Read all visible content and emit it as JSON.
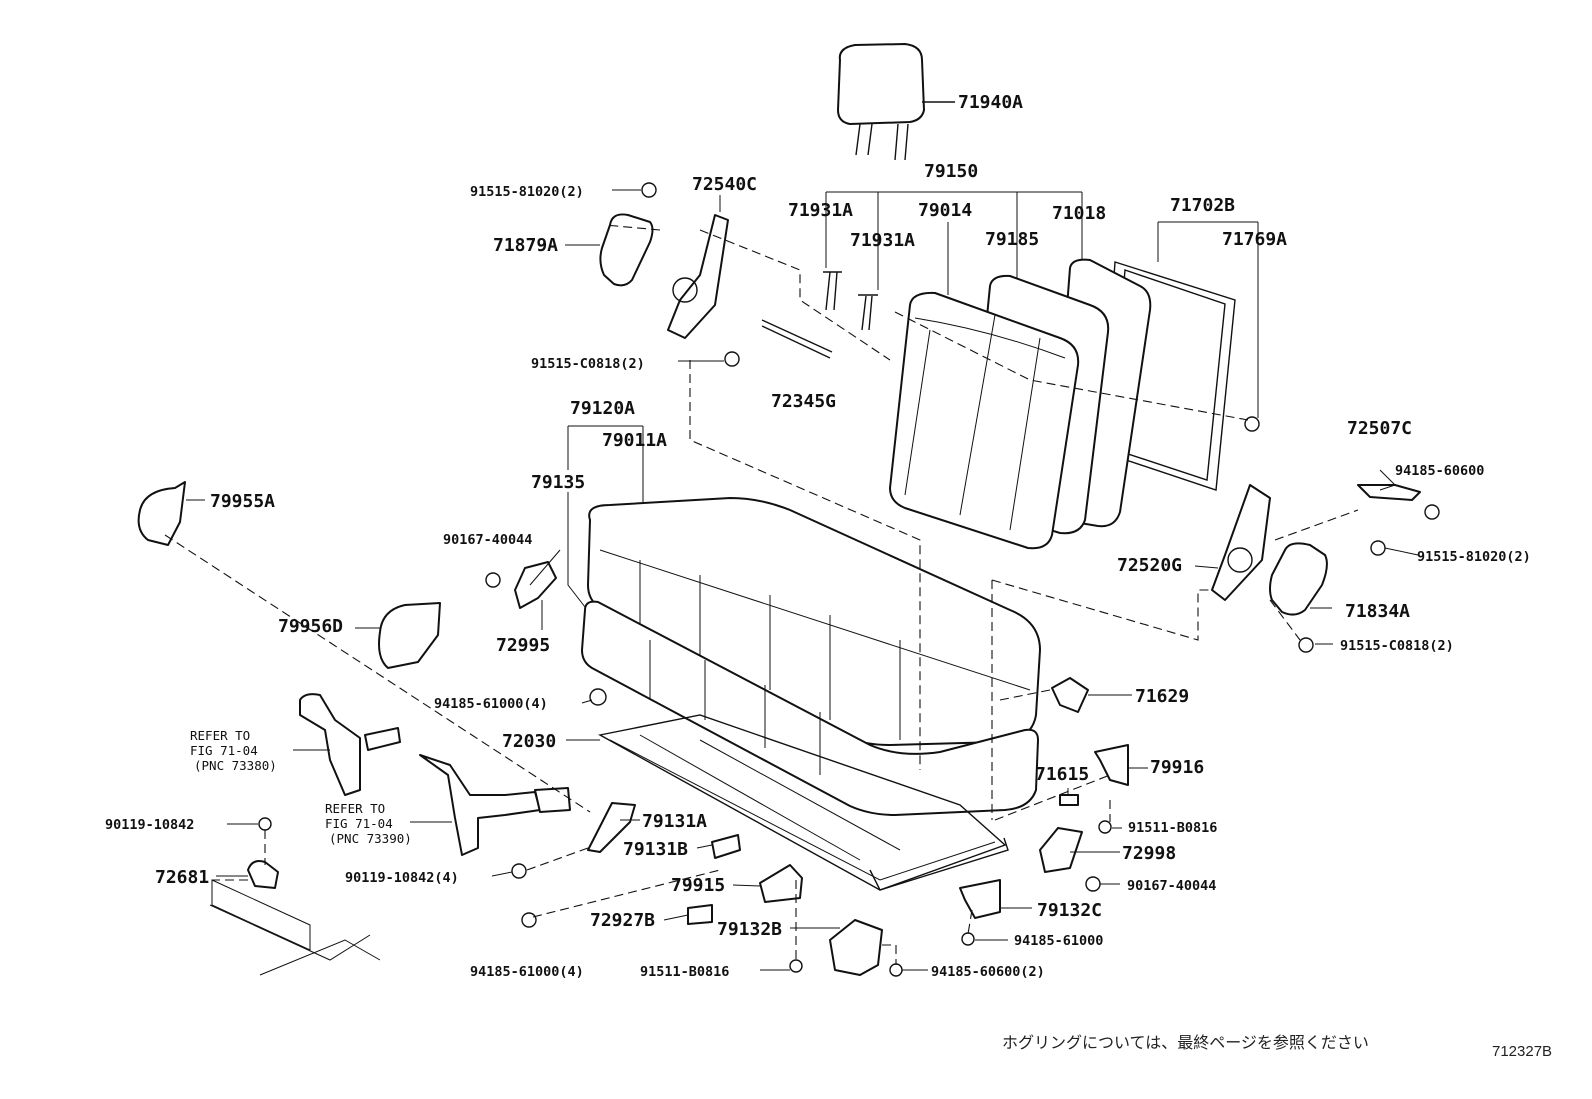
{
  "parts": [
    {
      "id": "71940A"
    },
    {
      "id": "79150"
    },
    {
      "id": "72540C"
    },
    {
      "id": "91515-81020(2)"
    },
    {
      "id": "71879A"
    },
    {
      "id": "71931A"
    },
    {
      "id": "79014"
    },
    {
      "id": "71018"
    },
    {
      "id": "71702B"
    },
    {
      "id": "71769A"
    },
    {
      "id": "71931A"
    },
    {
      "id": "79185"
    },
    {
      "id": "91515-C0818(2)"
    },
    {
      "id": "72345G"
    },
    {
      "id": "79120A"
    },
    {
      "id": "79011A"
    },
    {
      "id": "72507C"
    },
    {
      "id": "94185-60600"
    },
    {
      "id": "79135"
    },
    {
      "id": "79955A"
    },
    {
      "id": "90167-40044"
    },
    {
      "id": "72520G"
    },
    {
      "id": "91515-81020(2)"
    },
    {
      "id": "71834A"
    },
    {
      "id": "79956D"
    },
    {
      "id": "72995"
    },
    {
      "id": "91515-C0818(2)"
    },
    {
      "id": "94185-61000(4)"
    },
    {
      "id": "71629"
    },
    {
      "id": "72030"
    },
    {
      "id": "71615"
    },
    {
      "id": "79916"
    },
    {
      "id": "79131A"
    },
    {
      "id": "90119-10842"
    },
    {
      "id": "91511-B0816"
    },
    {
      "id": "79131B"
    },
    {
      "id": "72998"
    },
    {
      "id": "72681"
    },
    {
      "id": "90119-10842(4)"
    },
    {
      "id": "79915"
    },
    {
      "id": "90167-40044"
    },
    {
      "id": "79132C"
    },
    {
      "id": "72927B"
    },
    {
      "id": "79132B"
    },
    {
      "id": "94185-61000"
    },
    {
      "id": "94185-61000(4)"
    },
    {
      "id": "91511-B0816"
    },
    {
      "id": "94185-60600(2)"
    }
  ],
  "notes": [
    {
      "lines": [
        "REFER TO",
        "FIG 71-04",
        "(PNC 73380)"
      ]
    },
    {
      "lines": [
        "REFER TO",
        "FIG 71-04",
        "(PNC 73390)"
      ]
    }
  ],
  "footer": {
    "japanese_note": "ホグリングについては、最終ページを参照ください",
    "figure_ref": "712327B"
  }
}
